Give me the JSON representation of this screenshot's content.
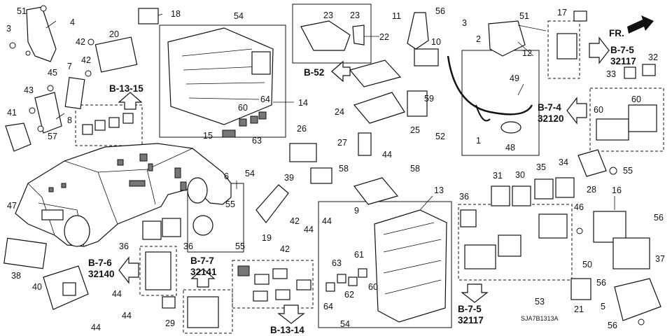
{
  "diagram_code": "SJA7B1313A",
  "orientation_label": "FR.",
  "callouts": {
    "c51a": "51",
    "c4": "4",
    "c3a": "3",
    "c20": "20",
    "c42a": "42",
    "c42b": "42",
    "c7": "7",
    "c45": "45",
    "c43": "43",
    "c8": "8",
    "c41": "41",
    "c57": "57",
    "c18": "18",
    "c54a": "54",
    "c14": "14",
    "c60a": "60",
    "c64a": "64",
    "c15": "15",
    "c63a": "63",
    "c26": "26",
    "c54b": "54",
    "c23a": "23",
    "c23b": "23",
    "c22": "22",
    "c24": "24",
    "c27": "27",
    "c44a": "44",
    "c11": "11",
    "c56a": "56",
    "c10": "10",
    "c59": "59",
    "c25": "25",
    "c52": "52",
    "c3b": "3",
    "c51b": "51",
    "c2": "2",
    "c12": "12",
    "c49": "49",
    "c1": "1",
    "c48": "48",
    "c17": "17",
    "c32": "32",
    "c33": "33",
    "c60b": "60",
    "c60c": "60",
    "c28": "28",
    "c55a": "55",
    "c6": "6",
    "c55b": "55",
    "c55c": "55",
    "c36a": "36",
    "c36b": "36",
    "c19": "19",
    "c39": "39",
    "c58a": "58",
    "c58b": "58",
    "c42c": "42",
    "c42d": "42",
    "c44b": "44",
    "c44c": "44",
    "c9": "9",
    "c13": "13",
    "c31": "31",
    "c30": "30",
    "c35": "35",
    "c34": "34",
    "c36c": "36",
    "c16": "16",
    "c46": "46",
    "c56b": "56",
    "c37": "37",
    "c50": "50",
    "c56c": "56",
    "c53": "53",
    "c21": "21",
    "c5": "5",
    "c56d": "56",
    "c47": "47",
    "c38": "38",
    "c40": "40",
    "c44d": "44",
    "c44e": "44",
    "c44f": "44",
    "c29": "29",
    "c63b": "63",
    "c61": "61",
    "c62": "62",
    "c64b": "64",
    "c60d": "60",
    "c54c": "54"
  },
  "references": {
    "b1315": "B-13-15",
    "b52": "B-52",
    "b75a": "B-7-5",
    "b75a_code": "32117",
    "b74": "B-7-4",
    "b74_code": "32120",
    "b76": "B-7-6",
    "b76_code": "32140",
    "b77": "B-7-7",
    "b77_code": "32141",
    "b1314": "B-13-14",
    "b75b": "B-7-5",
    "b75b_code": "32117"
  }
}
